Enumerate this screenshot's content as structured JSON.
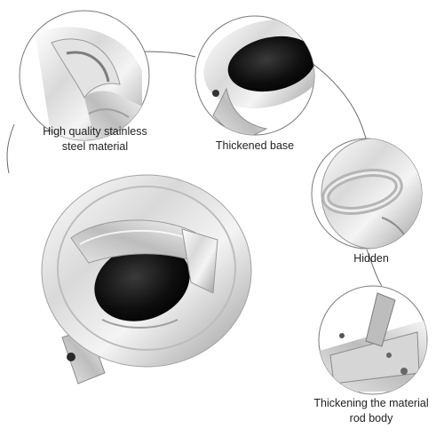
{
  "callouts": [
    {
      "label_lines": [
        "High quality stainless",
        "steel material"
      ]
    },
    {
      "label_lines": [
        "Thickened base"
      ]
    },
    {
      "label_lines": [
        "Hidden"
      ]
    },
    {
      "label_lines": [
        "Thickening the material",
        "rod body"
      ]
    }
  ],
  "colors": {
    "connector_line": "#6b6b6b",
    "steel_light": "#f2f2f2",
    "steel_mid": "#c9c9c9",
    "steel_dark": "#8a8a8a",
    "recess_black": "#0d0d0d",
    "text": "#1f1f1f"
  }
}
